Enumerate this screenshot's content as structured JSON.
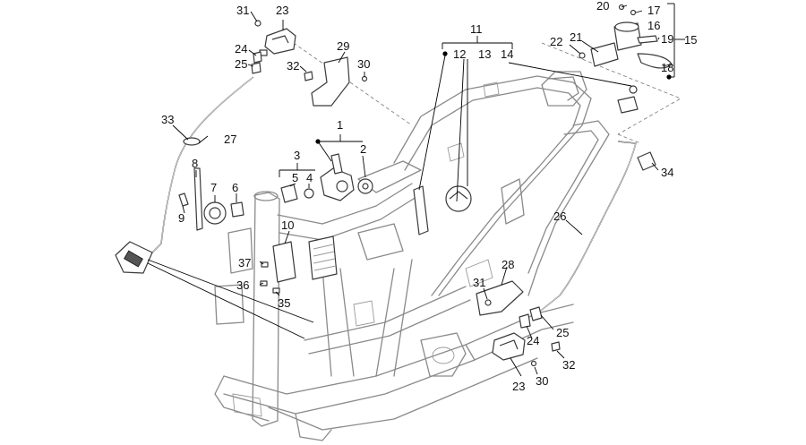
{
  "callouts": [
    {
      "id": "c31a",
      "text": "31"
    },
    {
      "id": "c23a",
      "text": "23"
    },
    {
      "id": "c24a",
      "text": "24"
    },
    {
      "id": "c25a",
      "text": "25"
    },
    {
      "id": "c29",
      "text": "29"
    },
    {
      "id": "c32a",
      "text": "32"
    },
    {
      "id": "c30a",
      "text": "30"
    },
    {
      "id": "c33",
      "text": "33"
    },
    {
      "id": "c27",
      "text": "27"
    },
    {
      "id": "c11",
      "text": "11"
    },
    {
      "id": "c12",
      "text": "12"
    },
    {
      "id": "c13",
      "text": "13"
    },
    {
      "id": "c14",
      "text": "14"
    },
    {
      "id": "c20",
      "text": "20"
    },
    {
      "id": "c17",
      "text": "17"
    },
    {
      "id": "c16",
      "text": "16"
    },
    {
      "id": "c19",
      "text": "19"
    },
    {
      "id": "c15",
      "text": "15"
    },
    {
      "id": "c18",
      "text": "18"
    },
    {
      "id": "c22",
      "text": "22"
    },
    {
      "id": "c21",
      "text": "21"
    },
    {
      "id": "c1",
      "text": "1"
    },
    {
      "id": "c2",
      "text": "2"
    },
    {
      "id": "c3",
      "text": "3"
    },
    {
      "id": "c5",
      "text": "5"
    },
    {
      "id": "c4",
      "text": "4"
    },
    {
      "id": "c8",
      "text": "8"
    },
    {
      "id": "c7",
      "text": "7"
    },
    {
      "id": "c6",
      "text": "6"
    },
    {
      "id": "c9",
      "text": "9"
    },
    {
      "id": "c10",
      "text": "10"
    },
    {
      "id": "c34",
      "text": "34"
    },
    {
      "id": "c26",
      "text": "26"
    },
    {
      "id": "c37",
      "text": "37"
    },
    {
      "id": "c36",
      "text": "36"
    },
    {
      "id": "c35",
      "text": "35"
    },
    {
      "id": "c28",
      "text": "28"
    },
    {
      "id": "c31b",
      "text": "31"
    },
    {
      "id": "c25b",
      "text": "25"
    },
    {
      "id": "c24b",
      "text": "24"
    },
    {
      "id": "c32b",
      "text": "32"
    },
    {
      "id": "c23b",
      "text": "23"
    },
    {
      "id": "c30b",
      "text": "30"
    }
  ]
}
